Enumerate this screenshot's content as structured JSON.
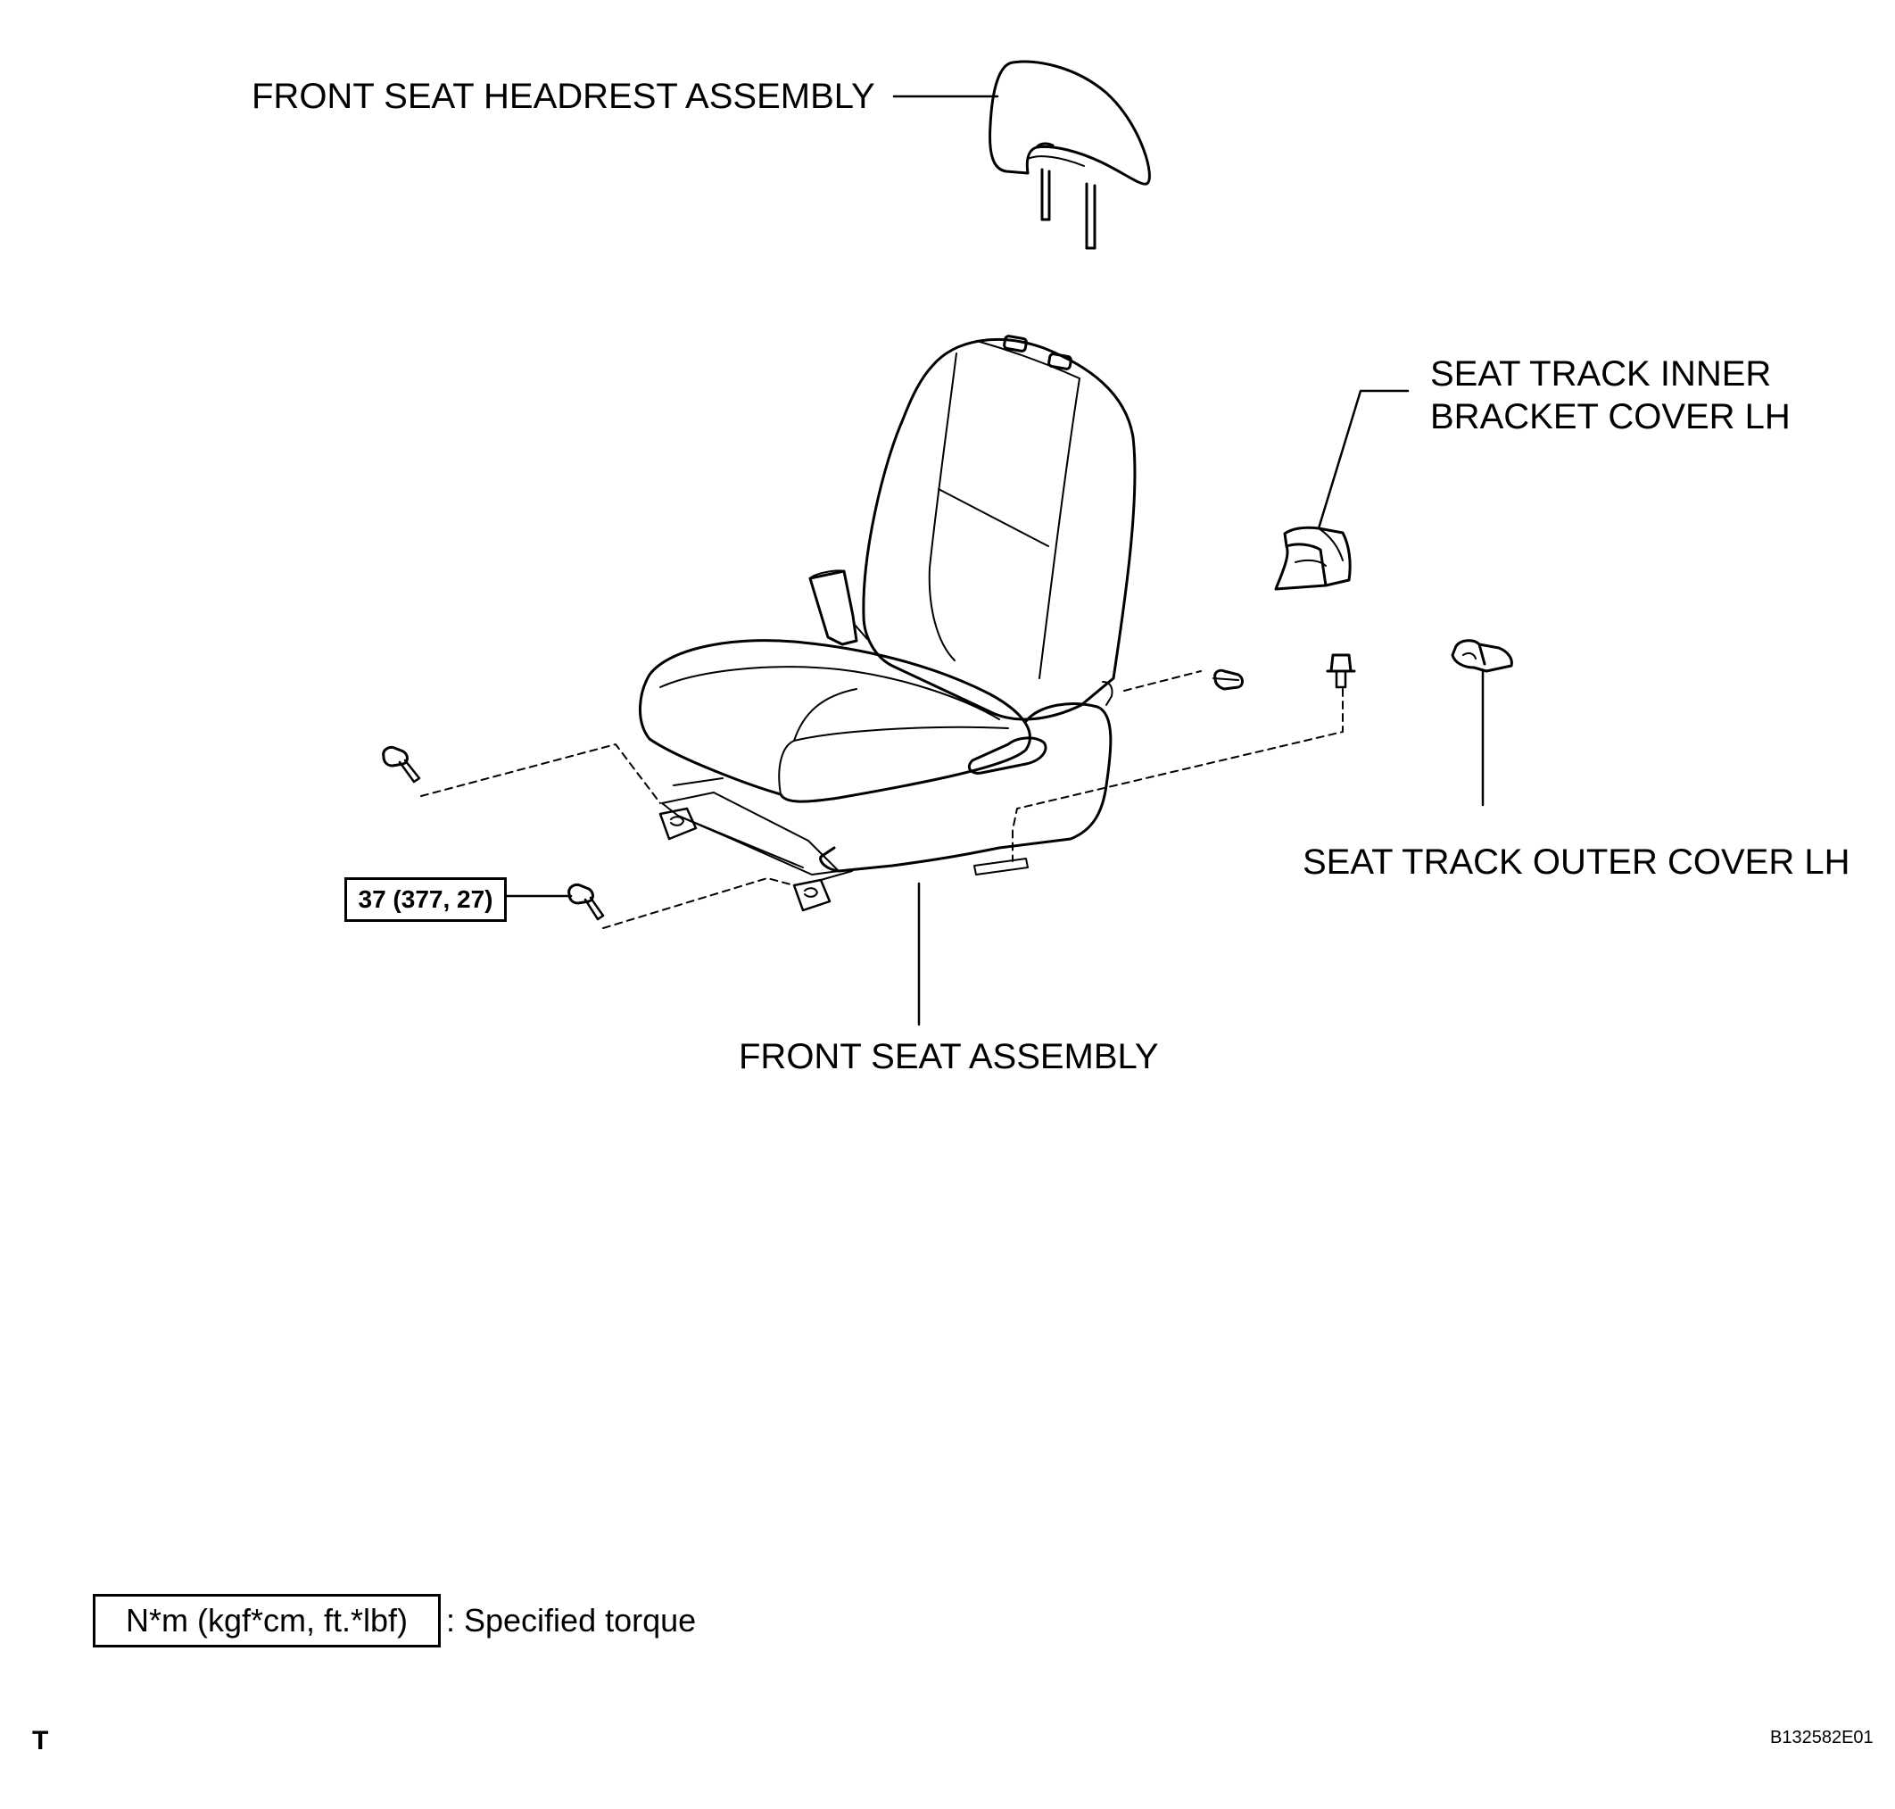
{
  "labels": {
    "headrest": "FRONT SEAT HEADREST ASSEMBLY",
    "inner_cover_line1": "SEAT TRACK INNER",
    "inner_cover_line2": "BRACKET COVER LH",
    "outer_cover": "SEAT TRACK OUTER COVER LH",
    "seat": "FRONT SEAT ASSEMBLY"
  },
  "torque": {
    "value": "37 (377, 27)"
  },
  "legend": {
    "unit_box": "N*m (kgf*cm, ft.*lbf)",
    "description": ": Specified torque"
  },
  "footer": {
    "corner_mark": "T",
    "figure_code": "B132582E01"
  }
}
